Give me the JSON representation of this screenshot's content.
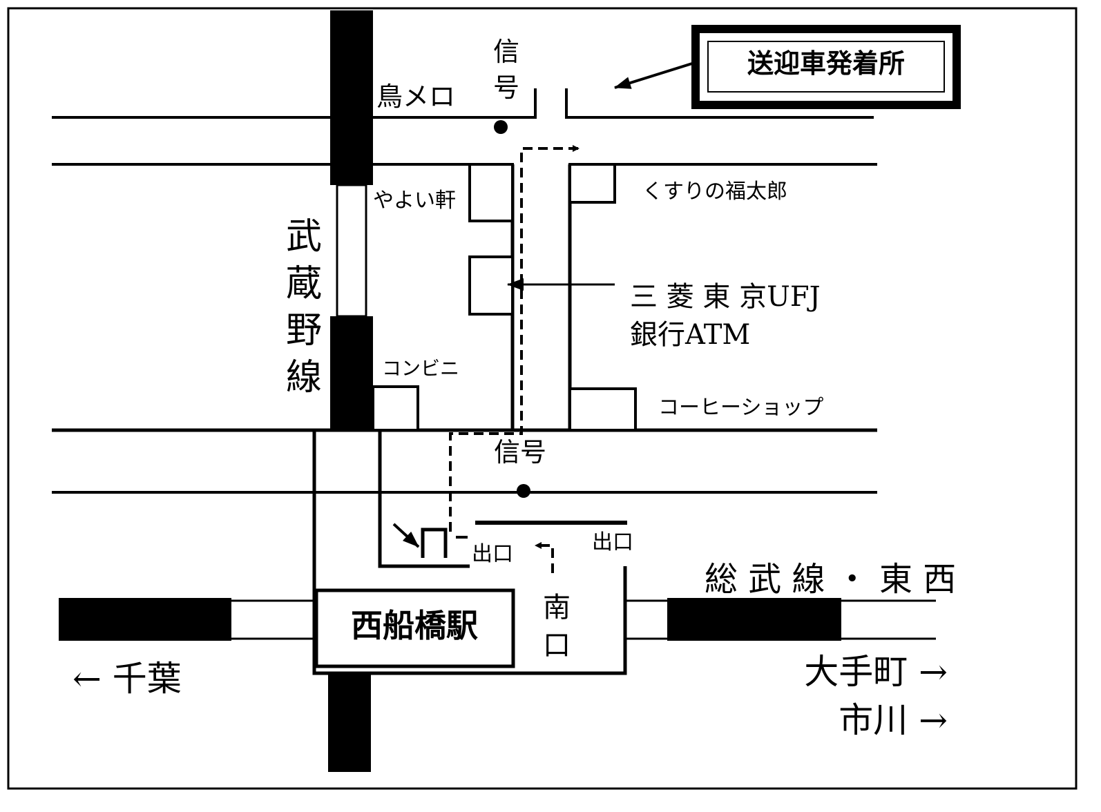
{
  "title_box": "送迎車発着所",
  "labels": {
    "torimero": "鳥メロ",
    "signal_top_1": "信",
    "signal_top_2": "号",
    "yayoiken": "やよい軒",
    "kusuri": "くすりの福太郎",
    "atm_line1": "三 菱 東 京UFJ",
    "atm_line2": "銀行ATM",
    "konbini": "コンビニ",
    "coffee": "コーヒーショップ",
    "signal_mid": "信号",
    "exit_left": "出口",
    "exit_right": "出口",
    "south_1": "南",
    "south_2": "口",
    "musashino_1": "武",
    "musashino_2": "蔵",
    "musashino_3": "野",
    "musashino_4": "線",
    "station": "西船橋駅",
    "sobu": "総 武 線 ・ 東 西",
    "chiba": "← 千葉",
    "otemachi": "大手町 →",
    "ichikawa": "市川 →"
  }
}
